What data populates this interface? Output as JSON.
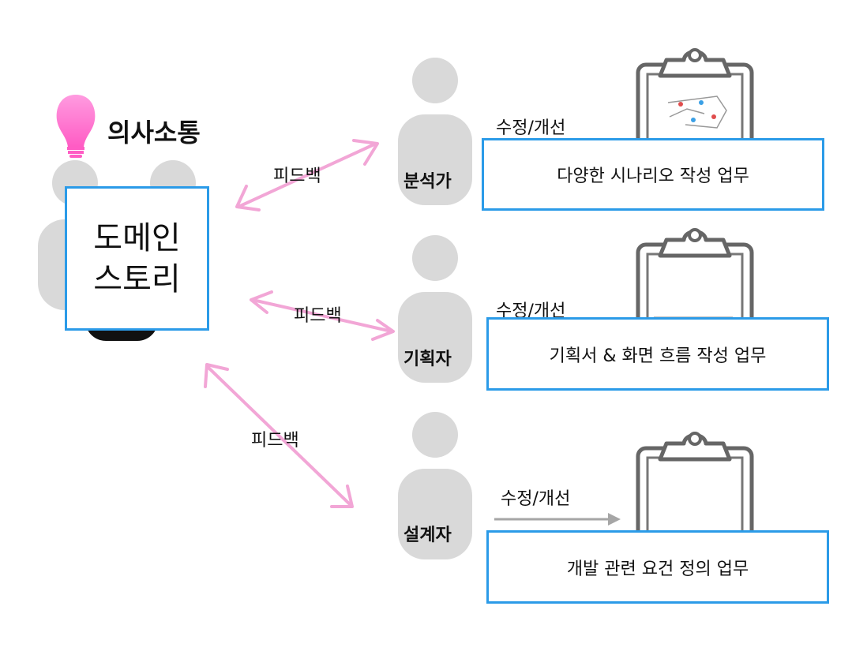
{
  "title": "의사소통",
  "domain_story": {
    "line1": "도메인",
    "line2": "스토리"
  },
  "feedback_label": "피드백",
  "revise_label": "수정/개선",
  "roles": [
    {
      "name": "분석가",
      "task": "다양한 시나리오 작성 업무"
    },
    {
      "name": "기획자",
      "task": "기획서 & 화면 흐름 작성 업무"
    },
    {
      "name": "설계자",
      "task": "개발 관련 요건 정의 업무"
    }
  ],
  "icons": [
    "lightbulb-icon",
    "clipboard-icon"
  ],
  "colors": {
    "box_border": "#2b9be8",
    "arrow_pink": "#f2a6d6",
    "person_gray": "#d9d9d9",
    "bulb_pink": "#ff7ad1"
  }
}
